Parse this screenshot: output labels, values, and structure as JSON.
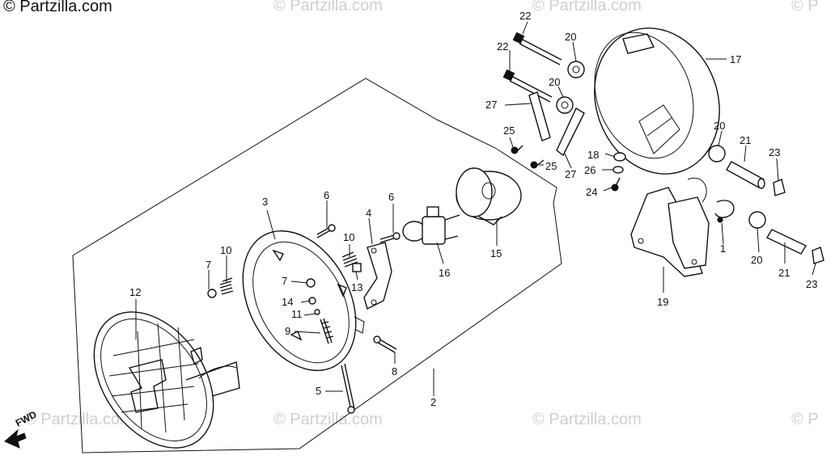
{
  "header": {
    "copyright": "© Partzilla.com"
  },
  "watermarks": [
    "© Partzilla.com",
    "© Partzilla.com",
    "© Partzilla.com",
    "© Partzilla.com",
    "© Partzilla.com",
    "© Partzilla.com",
    "© P",
    "© P"
  ],
  "direction_label": "FWD",
  "callouts": [
    "22",
    "20",
    "22",
    "17",
    "20",
    "27",
    "25",
    "20",
    "21",
    "18",
    "23",
    "26",
    "25",
    "27",
    "24",
    "6",
    "3",
    "4",
    "6",
    "10",
    "15",
    "10",
    "7",
    "1",
    "16",
    "12",
    "7",
    "13",
    "20",
    "14",
    "21",
    "23",
    "11",
    "19",
    "9",
    "8",
    "5",
    "2"
  ],
  "part_icons": {
    "headlight_unit": "sealed-beam-icon",
    "rim": "headlight-rim-icon",
    "case": "headlight-case-icon",
    "bulb": "bulb-icon",
    "socket": "socket-cover-icon",
    "bracket": "mounting-bracket-icon",
    "bolt": "bolt-icon",
    "collar": "collar-icon",
    "pipe": "pipe-icon"
  }
}
